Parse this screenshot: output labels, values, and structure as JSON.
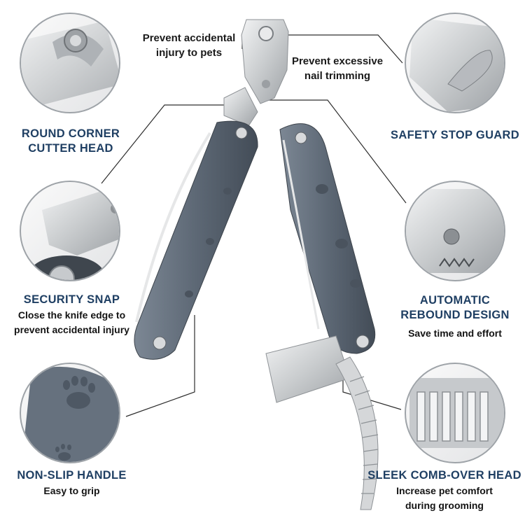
{
  "features": {
    "round_corner": {
      "title": "ROUND CORNER\nCUTTER HEAD"
    },
    "security_snap": {
      "title": "SECURITY SNAP",
      "desc": "Close the knife edge to\nprevent accidental injury"
    },
    "non_slip": {
      "title": "NON-SLIP HANDLE",
      "desc": "Easy to grip"
    },
    "safety_stop": {
      "title": "SAFETY STOP GUARD"
    },
    "rebound": {
      "title": "AUTOMATIC\nREBOUND DESIGN",
      "desc": "Save time and effort"
    },
    "comb": {
      "title": "SLEEK COMB-OVER HEAD",
      "desc": "Increase pet comfort\nduring grooming"
    }
  },
  "callouts": {
    "injury": "Prevent accidental\ninjury to pets",
    "trimming": "Prevent excessive\nnail trimming"
  },
  "colors": {
    "title": "#1f3f63",
    "handle": "#5d6875",
    "steel": "#d4d6d8"
  }
}
